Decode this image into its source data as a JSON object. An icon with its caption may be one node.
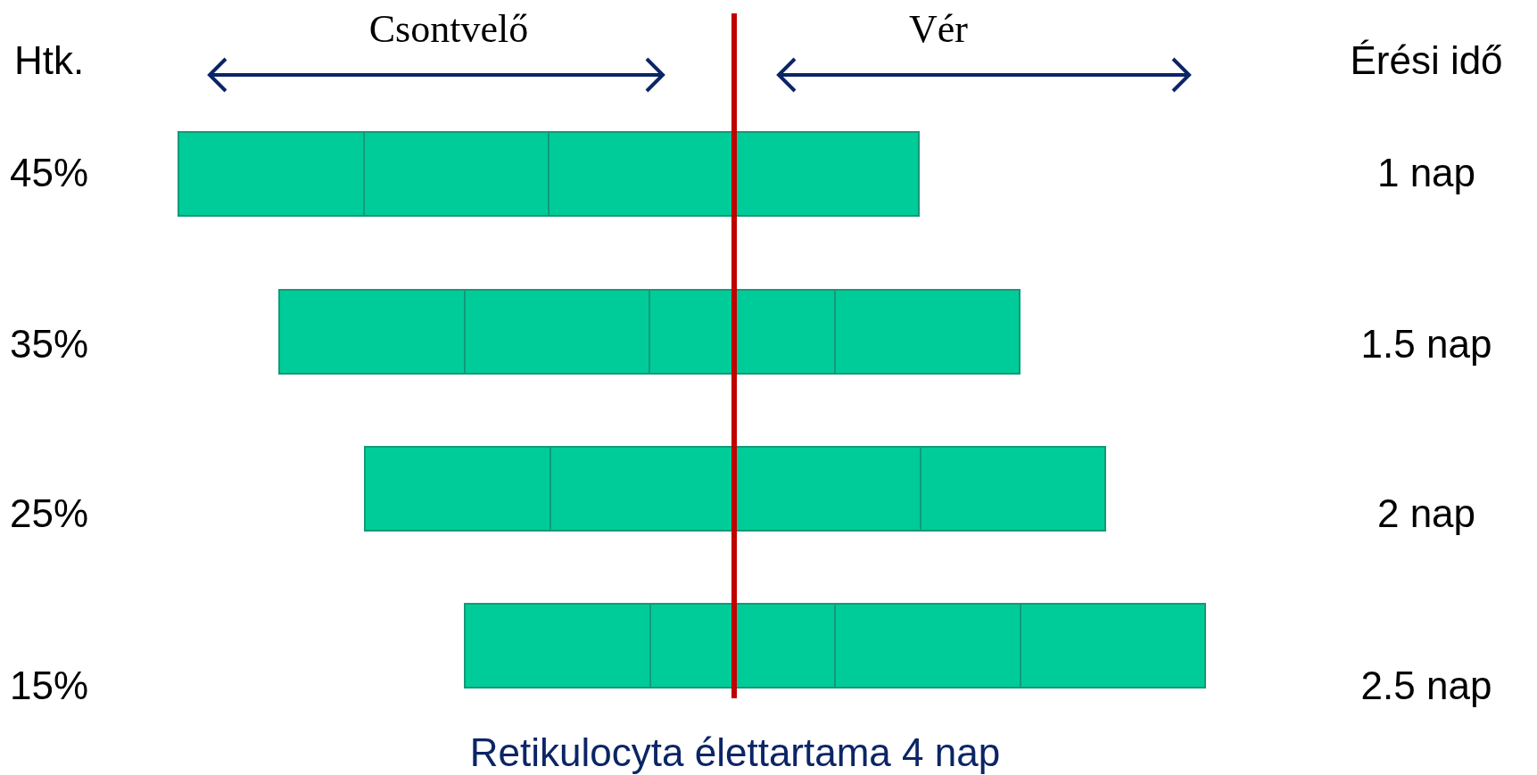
{
  "diagram": {
    "caption": "Retikulocyta élettartama 4 nap",
    "nodes": [
      {
        "text": [],
        "shape": "bar"
      },
      {
        "text": [],
        "shape": "bar"
      },
      {
        "text": [],
        "shape": "bar"
      },
      {
        "text": [],
        "shape": "bar"
      }
    ],
    "labels": [
      "Htk.",
      "Csontvelő",
      "Vér",
      "Érési idő",
      "45%",
      "1 nap",
      "35%",
      "1.5 nap",
      "25%",
      "2 nap",
      "15%",
      "2.5 nap"
    ]
  }
}
